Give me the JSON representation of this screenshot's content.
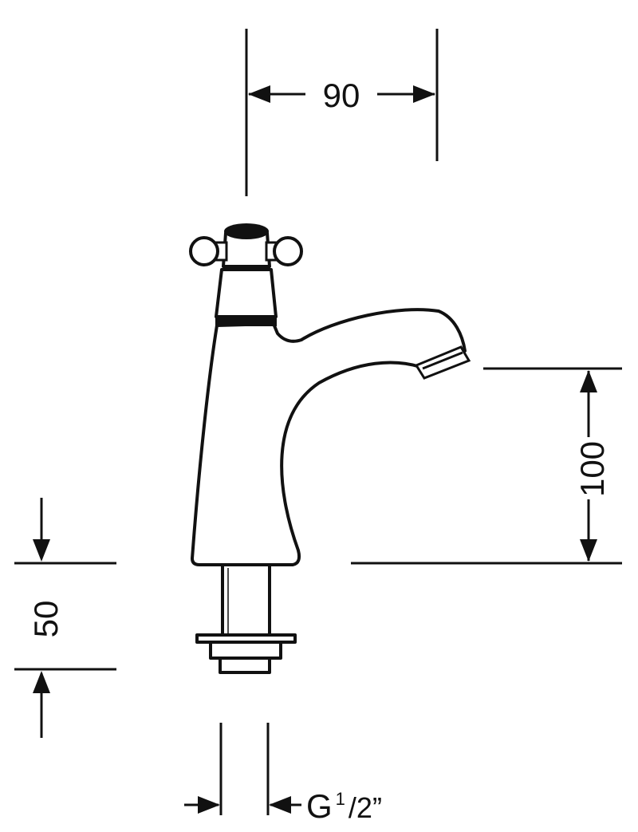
{
  "dimensions": {
    "width_label": "90",
    "spout_height_label": "100",
    "tail_length_label": "50",
    "thread_label_prefix": "G",
    "thread_label_numerator": "1",
    "thread_label_denominator": "/2”"
  },
  "colors": {
    "ink": "#111111",
    "background": "#ffffff"
  }
}
